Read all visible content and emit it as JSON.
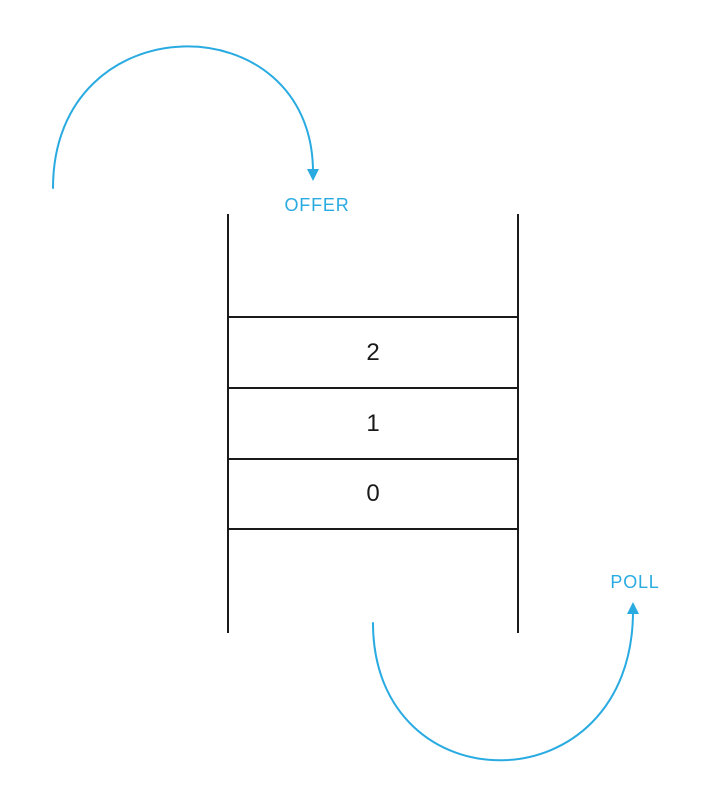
{
  "diagram": {
    "type": "queue-operations-diagram",
    "offer_label": "OFFER",
    "poll_label": "POLL",
    "cells": [
      {
        "index_from_top": 0,
        "value": "2"
      },
      {
        "index_from_top": 1,
        "value": "1"
      },
      {
        "index_from_top": 2,
        "value": "0"
      }
    ],
    "colors": {
      "accent_blue": "#29ABE2",
      "line": "#1A1A1A",
      "background": "#FFFFFF"
    }
  }
}
